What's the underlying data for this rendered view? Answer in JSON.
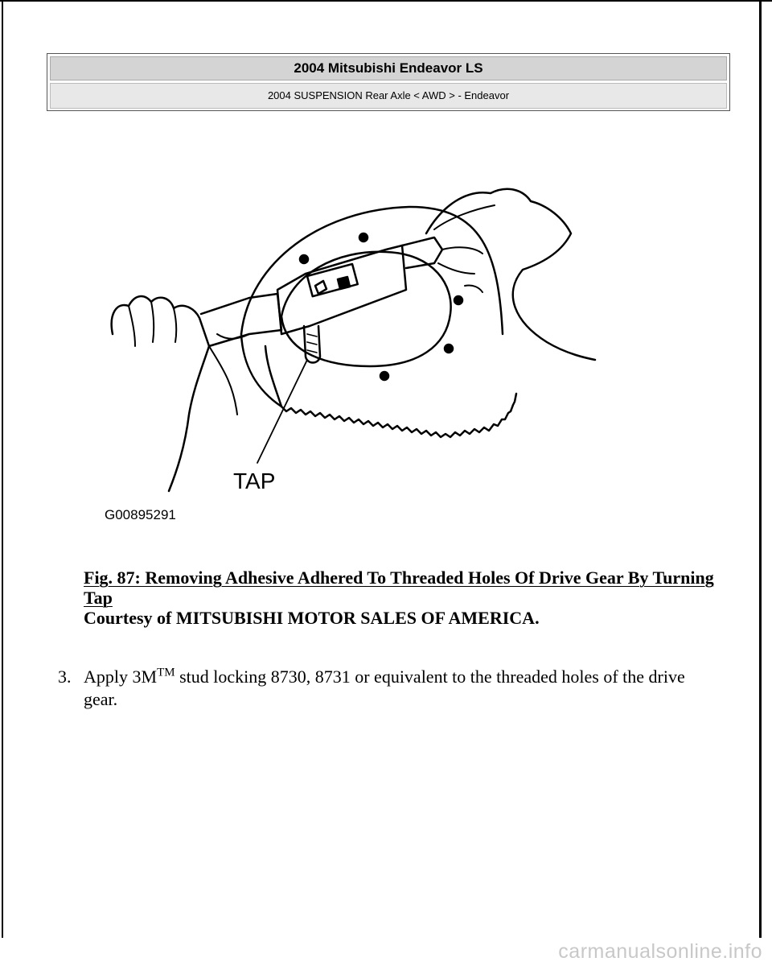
{
  "header": {
    "title": "2004 Mitsubishi Endeavor LS",
    "subtitle": "2004 SUSPENSION Rear Axle < AWD > - Endeavor"
  },
  "figure": {
    "label_tap": "TAP",
    "code": "G00895291"
  },
  "caption": {
    "title": "Fig. 87: Removing Adhesive Adhered To Threaded Holes Of Drive Gear By Turning Tap",
    "courtesy": "Courtesy of MITSUBISHI MOTOR SALES OF AMERICA."
  },
  "step": {
    "number": "3.",
    "text_before": "Apply 3M",
    "superscript": "TM",
    "text_after": " stud locking 8730, 8731 or equivalent to the threaded holes of the drive gear."
  },
  "footer": {
    "watermark": "carmanualsonline.info"
  }
}
